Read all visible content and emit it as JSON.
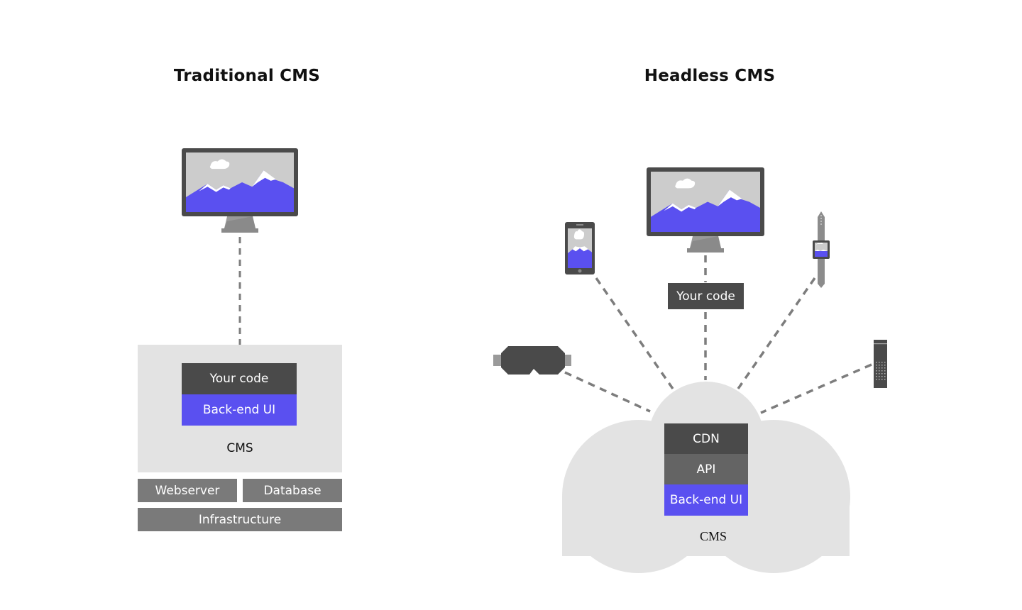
{
  "traditional": {
    "title": "Traditional CMS",
    "devices": [
      "desktop-monitor"
    ],
    "cms_panel": {
      "label": "CMS",
      "stack": [
        "Your code",
        "Back-end UI"
      ]
    },
    "server_row": [
      "Webserver",
      "Database"
    ],
    "infrastructure": "Infrastructure"
  },
  "headless": {
    "title": "Headless CMS",
    "devices": [
      "desktop-monitor",
      "smartphone",
      "smartwatch",
      "vr-headset",
      "iot-device"
    ],
    "your_code": "Your code",
    "cloud": {
      "label": "CMS",
      "stack": [
        "CDN",
        "API",
        "Back-end UI"
      ]
    }
  },
  "colors": {
    "accent": "#5a50f0",
    "dark": "#4a4a4a",
    "mid": "#646464",
    "grey": "#7a7a7a",
    "panel": "#e3e3e3",
    "connector": "#7d7d7d"
  }
}
